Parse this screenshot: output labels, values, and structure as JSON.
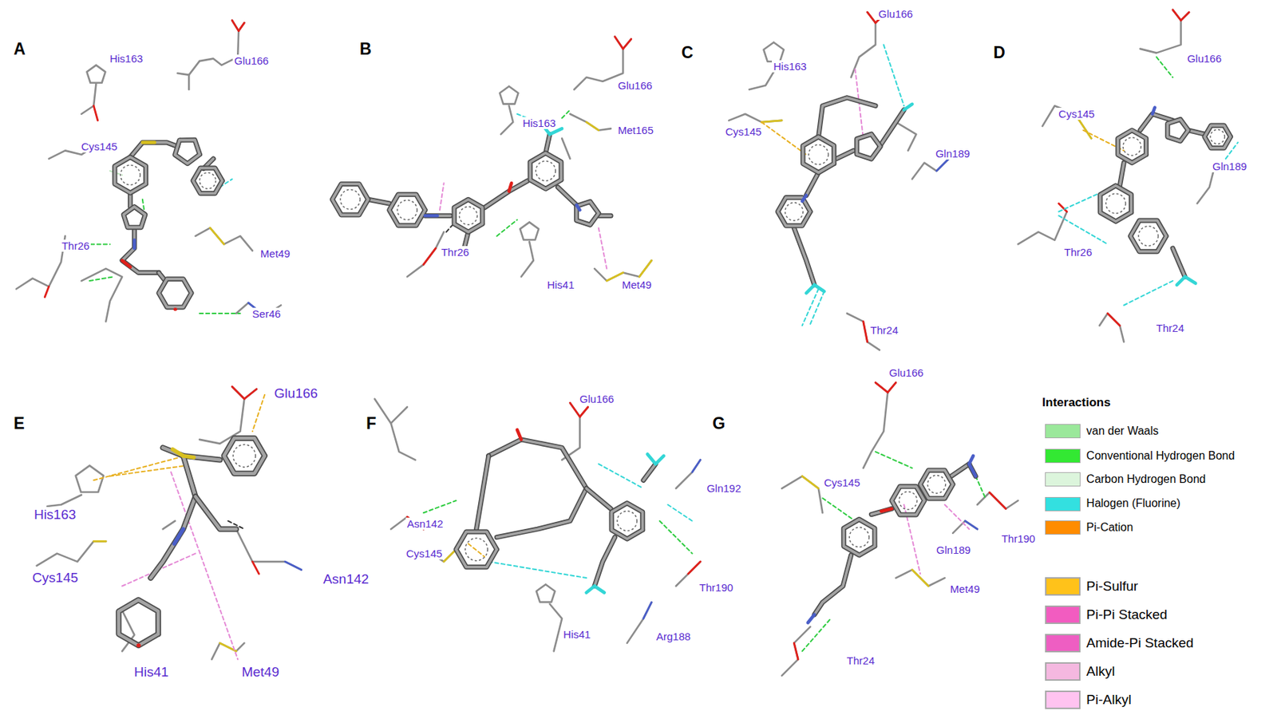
{
  "diagram": {
    "labels": [
      "A",
      "His163",
      "Glu166",
      "Cys145",
      "Met49",
      "Thr26",
      "Ser46",
      "B",
      "His163",
      "Glu166",
      "Met165",
      "Thr26",
      "His41",
      "Met49",
      "C",
      "His163",
      "Glu166",
      "Cys145",
      "Gln189",
      "Thr24",
      "D",
      "Glu166",
      "Cys145",
      "Gln189",
      "Thr26",
      "Thr24",
      "E",
      "Glu166",
      "His163",
      "Cys145",
      "Asn142",
      "His41",
      "Met49",
      "F",
      "Glu166",
      "Asn142",
      "Gln192",
      "Cys145",
      "Thr190",
      "His41",
      "Arg188",
      "G",
      "Glu166",
      "Cys145",
      "Thr190",
      "Gln189",
      "Met49",
      "Thr24",
      "Interactions"
    ],
    "legend": [
      {
        "text": "van der Waals",
        "color": "#9be89b"
      },
      {
        "text": "Conventional Hydrogen Bond",
        "color": "#33e833"
      },
      {
        "text": "Carbon Hydrogen Bond",
        "color": "#dcf5dc"
      },
      {
        "text": "Halogen (Fluorine)",
        "color": "#33e0e0"
      },
      {
        "text": "Pi-Cation",
        "color": "#ff8c00"
      },
      {
        "text": "Pi-Sulfur",
        "color": "#ffc21a"
      },
      {
        "text": "Pi-Pi Stacked",
        "color": "#f25cc0"
      },
      {
        "text": "Amide-Pi Stacked",
        "color": "#ee5ec2"
      },
      {
        "text": "Alkyl",
        "color": "#f5b8e0"
      },
      {
        "text": "Pi-Alkyl",
        "color": "#ffc3f0"
      }
    ]
  }
}
